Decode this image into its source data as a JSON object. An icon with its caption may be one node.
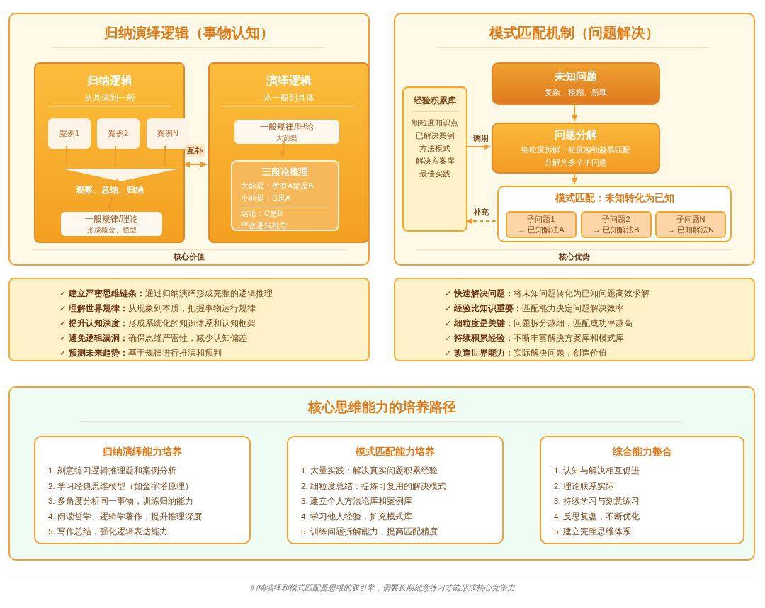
{
  "diagram": {
    "caption": "归纳演绎和模式匹配是思维的双引擎，需要长期刻意练习才能形成核心竞争力",
    "nodes": [
      {
        "text": [
          "归纳演绎逻辑（事物认知）",
          "核心价值"
        ]
      },
      {
        "text": [
          "归纳逻辑",
          "从具体到一般"
        ],
        "in": 0
      },
      {
        "text": [
          "案例1"
        ],
        "in": 1
      },
      {
        "text": [
          "案例2"
        ],
        "in": 1
      },
      {
        "text": [
          "案例N"
        ],
        "in": 1
      },
      {
        "text": [],
        "shape": "triangle",
        "in": 1
      },
      {
        "text": [
          "一般规律/理论",
          "形成概念、模型"
        ],
        "in": 1
      },
      {
        "text": [
          "演绎逻辑",
          "从一般到具体"
        ],
        "in": 0
      },
      {
        "text": [
          "一般规律/理论",
          "大前提"
        ],
        "in": 7
      },
      {
        "text": [
          "三段论推理",
          "大前提：所有A都是B",
          "小前提：C是A",
          "结论：C是B",
          "严密逻辑推导"
        ],
        "in": 7
      },
      {
        "text": [
          "模式匹配机制（问题解决）",
          "核心优势"
        ]
      },
      {
        "text": [
          "经验积累库",
          "细粒度知识点",
          "已解决案例",
          "方法模式",
          "解决方案库",
          "最佳实践"
        ],
        "in": 10
      },
      {
        "text": [
          "未知问题",
          "复杂、模糊、新颖"
        ],
        "in": 10
      },
      {
        "text": [
          "问题分解",
          "细粒度拆解：粒度越细越易匹配",
          "分解为多个子问题"
        ],
        "in": 10
      },
      {
        "text": [
          "模式匹配：未知转化为已知"
        ],
        "in": 10
      },
      {
        "text": [
          "子问题1",
          "→ 已知解法A"
        ],
        "in": 14
      },
      {
        "text": [
          "子问题2",
          "→ 已知解法B"
        ],
        "in": 14
      },
      {
        "text": [
          "子问题N",
          "→ 已知解法N"
        ],
        "in": 14
      },
      {
        "text": [
          "✓ **建立严密思维链条：**通过归纳演绎形成完整的逻辑推理",
          "✓ **理解世界规律：**从现象到本质，把握事物运行规律",
          "✓ **提升认知深度：**形成系统化的知识体系和认知框架",
          "✓ **避免逻辑漏洞：**确保思维严密性，减少认知偏差",
          "✓ **预测未来趋势：**基于规律进行推演和预判"
        ]
      },
      {
        "text": [
          "✓ **快速解决问题：**将未知问题转化为已知问题高效求解",
          "✓ **经验比知识重要：**匹配能力决定问题解决效率",
          "✓ **细粒度是关键：**问题拆分越细，匹配成功率越高",
          "✓ **持续积累经验：**不断丰富解决方案库和模式库",
          "✓ **改造世界能力：**实际解决问题，创造价值"
        ]
      },
      {
        "text": [
          "核心思维能力的培养路径"
        ]
      },
      {
        "text": [
          "归纳演绎能力培养",
          "1. 刻意练习逻辑推理题和案例分析",
          "2. 学习经典思维模型（如金字塔原理）",
          "3. 多角度分析同一事物，训练归纳能力",
          "4. 阅读哲学、逻辑学著作，提升推理深度",
          "5. 写作总结，强化逻辑表达能力"
        ],
        "in": 20
      },
      {
        "text": [
          "模式匹配能力培养",
          "1. 大量实践：解决真实问题积累经验",
          "2. 细粒度总结：提炼可复用的解决模式",
          "3. 建立个人方法论库和案例库",
          "4. 学习他人经验，扩充模式库",
          "5. 训练问题拆解能力，提高匹配精度"
        ],
        "in": 20
      },
      {
        "text": [
          "综合能力整合",
          "1. 认知与解决相互促进",
          "2. 理论联系实际",
          "3. 持续学习与刻意练习",
          "4. 反思复盘，不断优化",
          "5. 建立完整思维体系"
        ],
        "in": 20
      }
    ],
    "edges": [
      {
        "from": 2,
        "to": 5,
        "arrow": "none"
      },
      {
        "from": 3,
        "to": 5,
        "arrow": "none"
      },
      {
        "from": 4,
        "to": 5,
        "arrow": "none"
      },
      {
        "from": 5,
        "to": 6,
        "arrow": "to",
        "label": "观察、总结、归纳"
      },
      {
        "from": 1,
        "to": 7,
        "arrow": "both",
        "label": "互补"
      },
      {
        "from": 8,
        "to": 9,
        "arrow": "to"
      },
      {
        "from": 12,
        "to": 13,
        "arrow": "to"
      },
      {
        "from": 13,
        "to": 14,
        "arrow": "to"
      },
      {
        "from": 11,
        "to": 13,
        "arrow": "to",
        "label": "调用"
      },
      {
        "from": 14,
        "to": 11,
        "arrow": "to",
        "label": "补充",
        "style": "dashed"
      }
    ]
  }
}
